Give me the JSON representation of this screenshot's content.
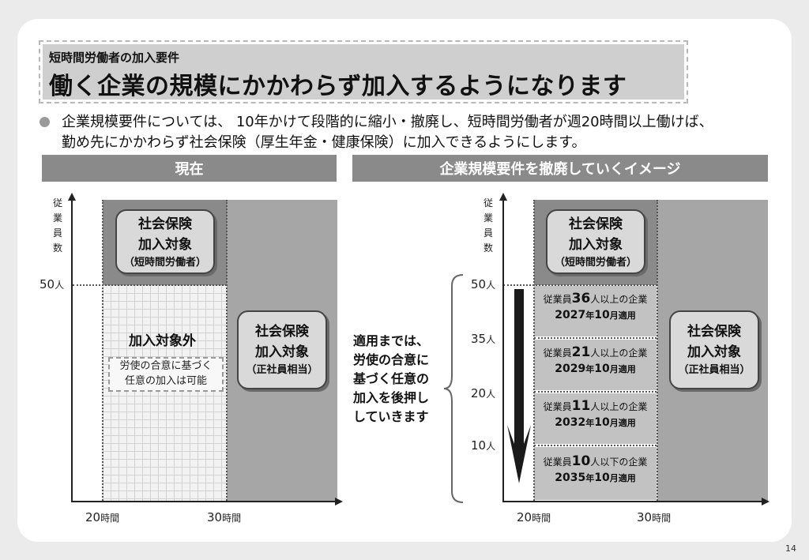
{
  "header": {
    "subtitle": "短時間労働者の加入要件",
    "title": "働く企業の規模にかかわらず加入するようになります"
  },
  "bullet": {
    "line1": "企業規模要件については、 10年かけて段階的に縮小・撤廃し、短時間労働者が週20時間以上働けば、",
    "line2": "勤め先にかかわらず社会保険（厚生年金・健康保険）に加入できるようにします。"
  },
  "left_panel": {
    "heading": "現在",
    "y_axis_label": [
      "従",
      "業",
      "員",
      "数"
    ],
    "y_tick_50": "50",
    "y_tick_unit": "人",
    "x_tick_20": "20",
    "x_tick_30": "30",
    "x_tick_unit": "時間",
    "top_badge": {
      "line1": "社会保険",
      "line2": "加入対象",
      "line3": "（短時間労働者）"
    },
    "excluded_label": "加入対象外",
    "note": {
      "line1": "労使の合意に基づく",
      "line2": "任意の加入は可能"
    },
    "right_badge": {
      "line1": "社会保険",
      "line2": "加入対象",
      "line3": "（正社員相当）"
    }
  },
  "middle_text": [
    "適用までは、",
    "労使の合意に",
    "基づく任意の",
    "加入を後押し",
    "していきます"
  ],
  "right_panel": {
    "heading": "企業規模要件を撤廃していくイメージ",
    "y_axis_label": [
      "従",
      "業",
      "員",
      "数"
    ],
    "y_ticks": [
      "50",
      "35",
      "20",
      "10"
    ],
    "y_tick_unit": "人",
    "x_tick_20": "20",
    "x_tick_30": "30",
    "x_tick_unit": "時間",
    "top_badge": {
      "line1": "社会保険",
      "line2": "加入対象",
      "line3": "（短時間労働者）"
    },
    "right_badge": {
      "line1": "社会保険",
      "line2": "加入対象",
      "line3": "（正社員相当）"
    },
    "bands": [
      {
        "prefix": "従業員",
        "num": "36",
        "suffix": "人以上の企業",
        "year": "2027",
        "year_unit": "年",
        "month": "10",
        "month_unit": "月",
        "apply": "適用"
      },
      {
        "prefix": "従業員",
        "num": "21",
        "suffix": "人以上の企業",
        "year": "2029",
        "year_unit": "年",
        "month": "10",
        "month_unit": "月",
        "apply": "適用"
      },
      {
        "prefix": "従業員",
        "num": "11",
        "suffix": "人以上の企業",
        "year": "2032",
        "year_unit": "年",
        "month": "10",
        "month_unit": "月",
        "apply": "適用"
      },
      {
        "prefix": "従業員",
        "num": "10",
        "suffix": "人以下の企業",
        "year": "2035",
        "year_unit": "年",
        "month": "10",
        "month_unit": "月",
        "apply": "適用"
      }
    ]
  },
  "page_number": "14"
}
